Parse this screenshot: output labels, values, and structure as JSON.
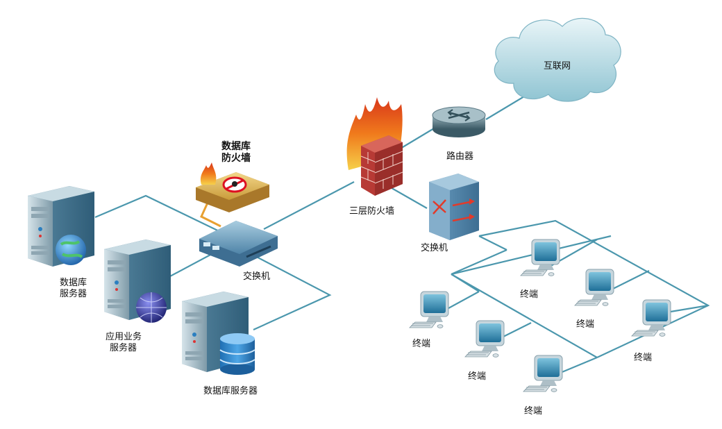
{
  "labels": {
    "internet": "互联网",
    "router": "路由器",
    "l3_firewall": "三层防火墙",
    "db_firewall_line1": "数据库",
    "db_firewall_line2": "防火墙",
    "core_switch": "交换机",
    "access_switch": "交换机",
    "db_server_line1": "数据库",
    "db_server_line2": "服务器",
    "app_server_line1": "应用业务",
    "app_server_line2": "服务器",
    "storage_server": "数据库服务器",
    "terminal": "终端"
  },
  "icons": {
    "cloud": "cloud-icon",
    "router": "router-icon",
    "firewall": "brick-firewall-icon",
    "db_firewall": "db-firewall-appliance-icon",
    "switch": "switch-icon",
    "server": "server-tower-icon",
    "terminal": "desktop-computer-icon"
  },
  "colors": {
    "link": "#4b97ad",
    "firewall_link": "#e8a030",
    "device": "#5e94b0",
    "brick": "#b73a35",
    "flame": "#f07a1c"
  }
}
